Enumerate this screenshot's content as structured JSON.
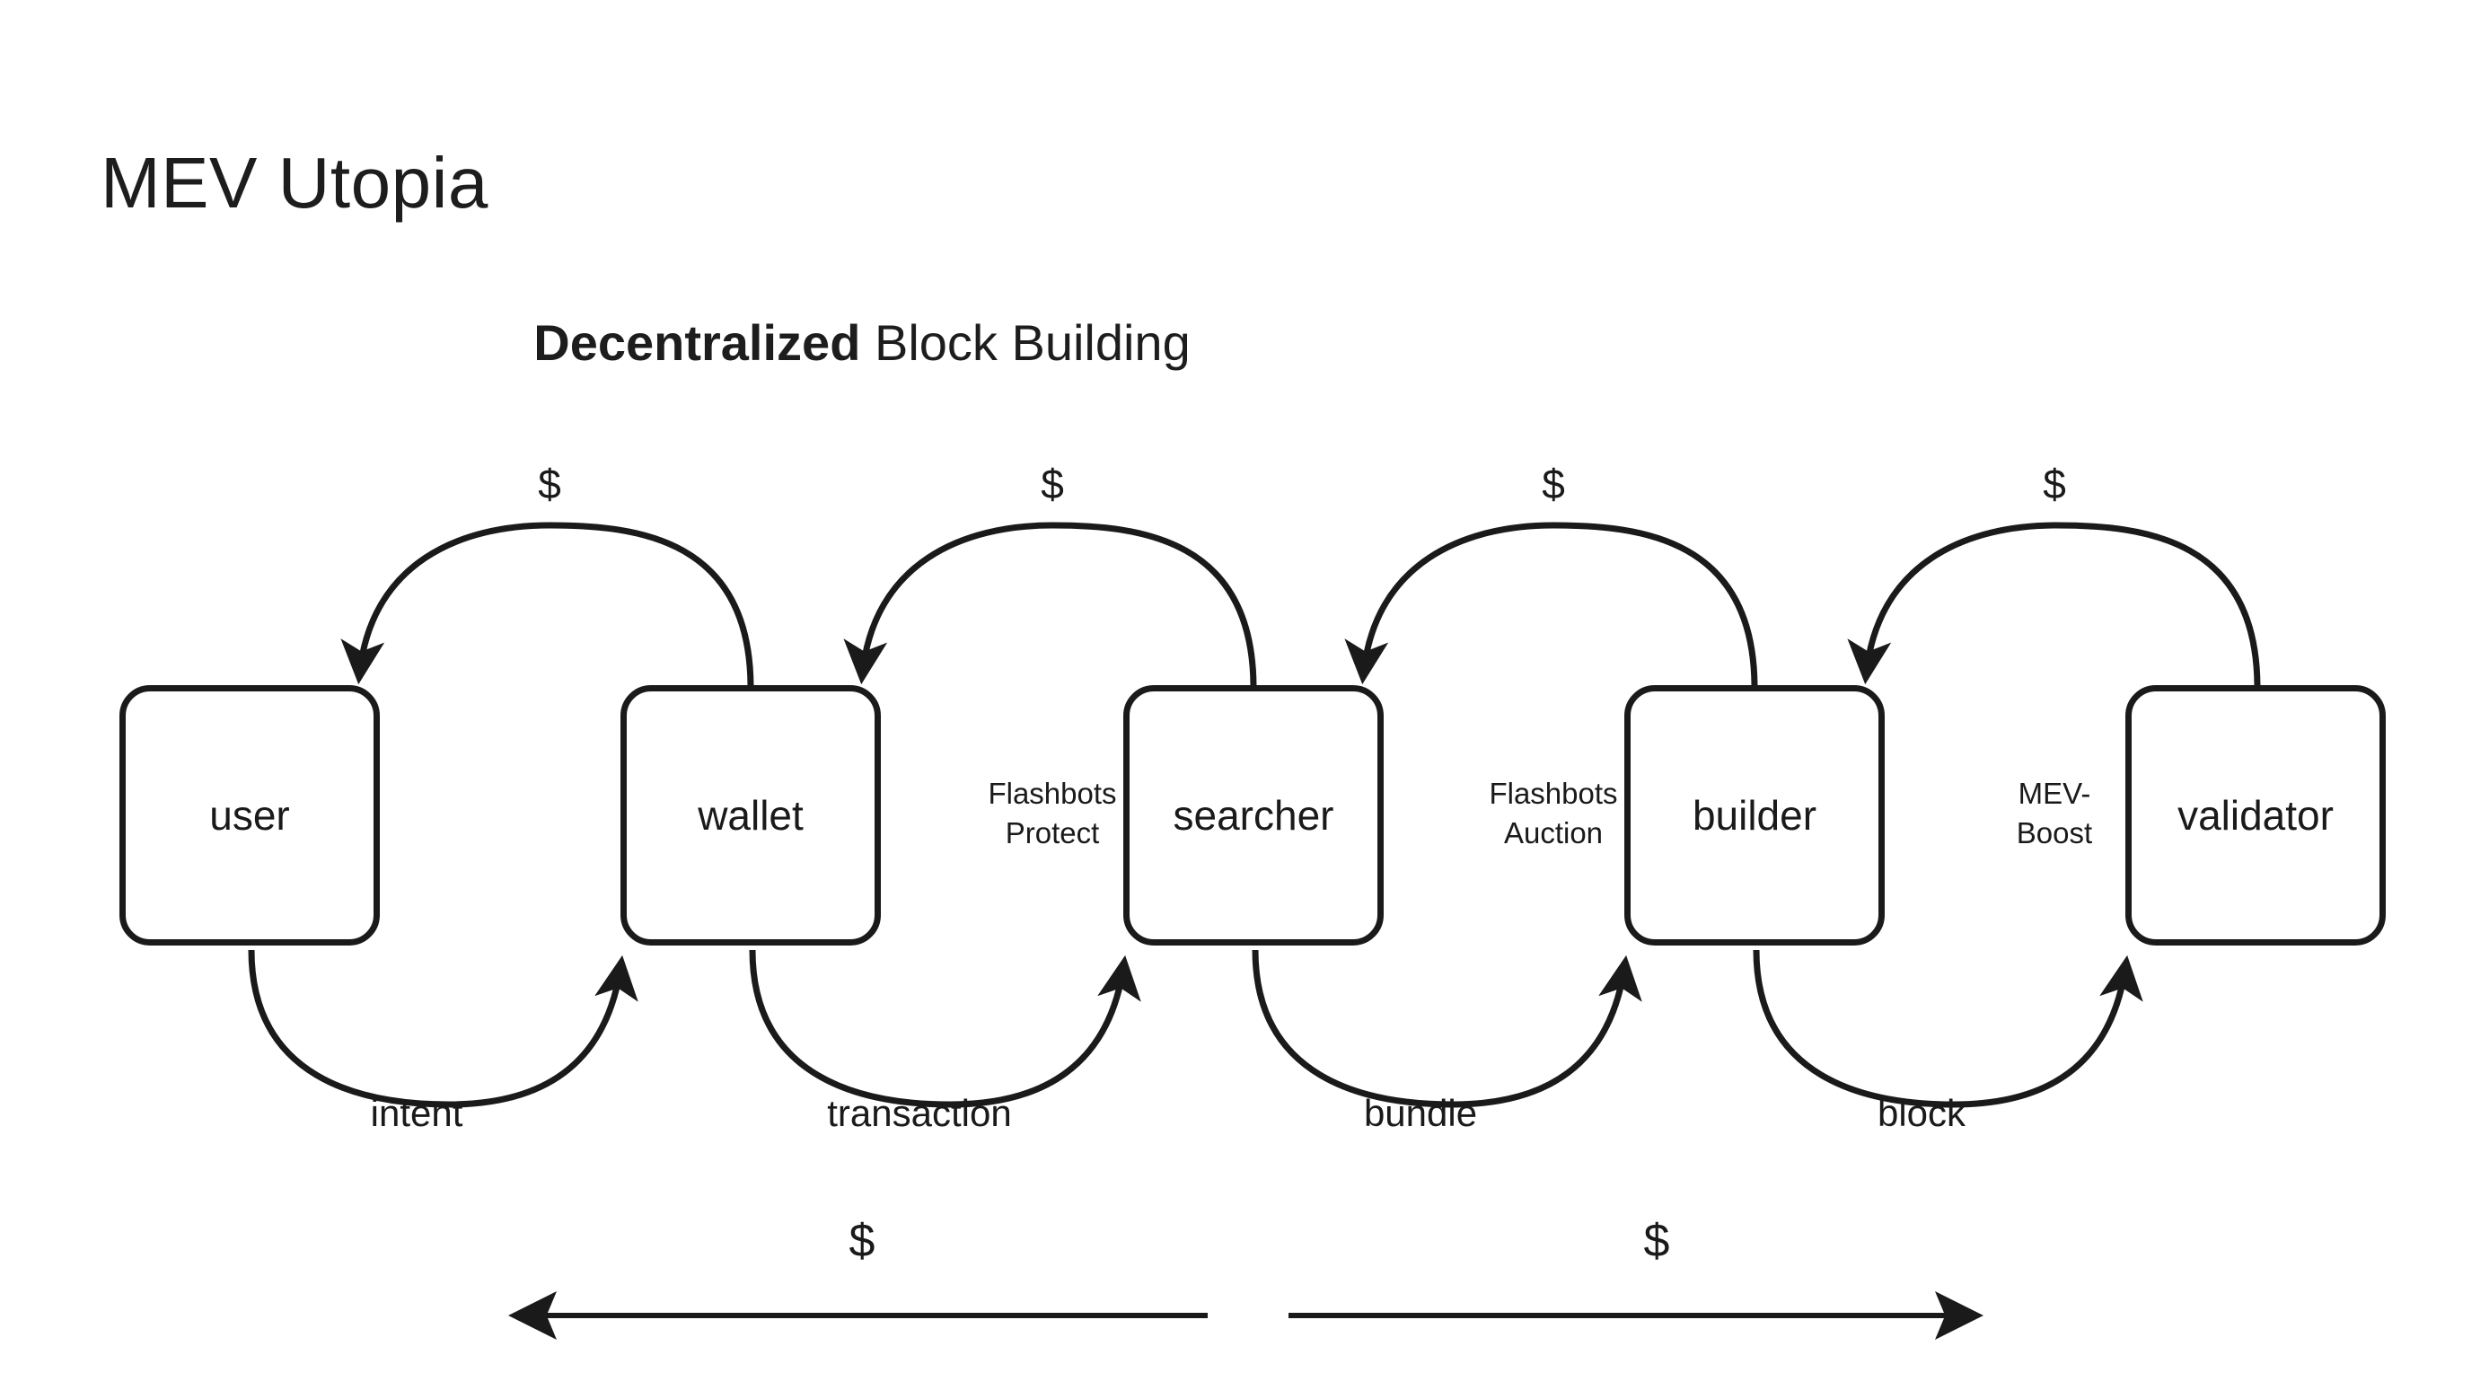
{
  "page": {
    "title": "MEV Utopia",
    "subtitle_bold": "Decentralized",
    "subtitle_rest": " Block Building",
    "background": "#ffffff",
    "ink": "#1a1a1a"
  },
  "diagram": {
    "type": "flow-diagram",
    "nodes": [
      {
        "id": "user",
        "label": "user"
      },
      {
        "id": "wallet",
        "label": "wallet"
      },
      {
        "id": "searcher",
        "label": "searcher"
      },
      {
        "id": "builder",
        "label": "builder"
      },
      {
        "id": "validator",
        "label": "validator"
      }
    ],
    "gap_labels": [
      {
        "id": "flashbots-protect",
        "line1": "Flashbots",
        "line2": "Protect"
      },
      {
        "id": "flashbots-auction",
        "line1": "Flashbots",
        "line2": "Auction"
      },
      {
        "id": "mev-boost",
        "line1": "MEV-",
        "line2": "Boost"
      }
    ],
    "forward_edges": [
      {
        "from": "user",
        "to": "wallet",
        "label": "intent"
      },
      {
        "from": "wallet",
        "to": "searcher",
        "label": "transaction"
      },
      {
        "from": "searcher",
        "to": "builder",
        "label": "bundle"
      },
      {
        "from": "builder",
        "to": "validator",
        "label": "block"
      }
    ],
    "payment_edges": [
      {
        "from": "wallet",
        "to": "user",
        "label": "$"
      },
      {
        "from": "searcher",
        "to": "wallet",
        "label": "$"
      },
      {
        "from": "builder",
        "to": "searcher",
        "label": "$"
      },
      {
        "from": "validator",
        "to": "builder",
        "label": "$"
      }
    ],
    "summary_arrows": [
      {
        "id": "left-value-flow",
        "label": "$",
        "direction": "left"
      },
      {
        "id": "right-value-flow",
        "label": "$",
        "direction": "right"
      }
    ]
  }
}
